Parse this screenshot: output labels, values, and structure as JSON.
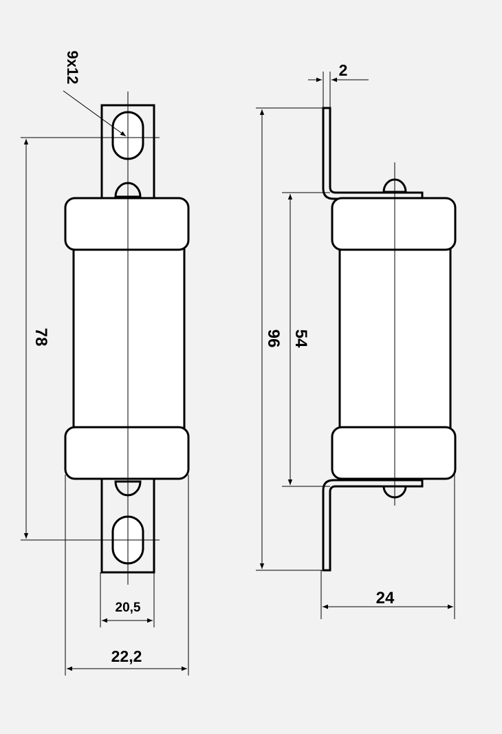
{
  "dimensions": {
    "slot": "9x12",
    "overall_height_front": "78",
    "overall_height_side": "96",
    "body_height": "54",
    "tab_thickness": "2",
    "tab_width": "20,5",
    "body_width": "22,2",
    "side_depth": "24"
  },
  "colors": {
    "background": "#f2f2f2",
    "line": "#000000",
    "fill": "#ffffff"
  }
}
